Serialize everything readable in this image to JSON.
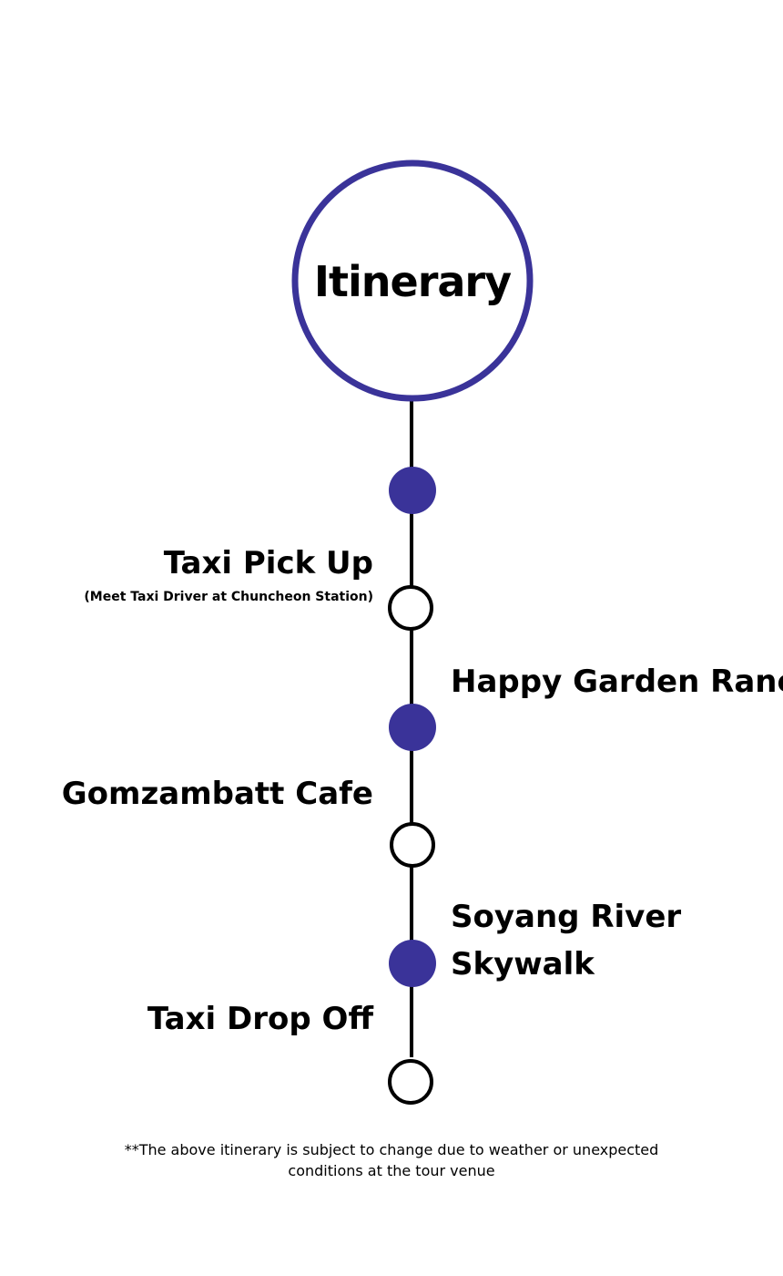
{
  "title": "Itinerary",
  "colors": {
    "accent": "#3a3399",
    "line": "#000000",
    "background": "#ffffff"
  },
  "stops": [
    {
      "label": "Taxi Pick Up",
      "note": "(Meet Taxi Driver at Chuncheon Station)"
    },
    {
      "label": "Happy Garden Ranch"
    },
    {
      "label": "Gomzambatt Cafe"
    },
    {
      "label": "Soyang River Skywalk",
      "lines": [
        "Soyang River",
        "Skywalk"
      ]
    },
    {
      "label": "Taxi Drop Off"
    }
  ],
  "footnote": {
    "line1": "**The above itinerary is subject to change due to weather or unexpected",
    "line2": "conditions at the tour venue"
  }
}
